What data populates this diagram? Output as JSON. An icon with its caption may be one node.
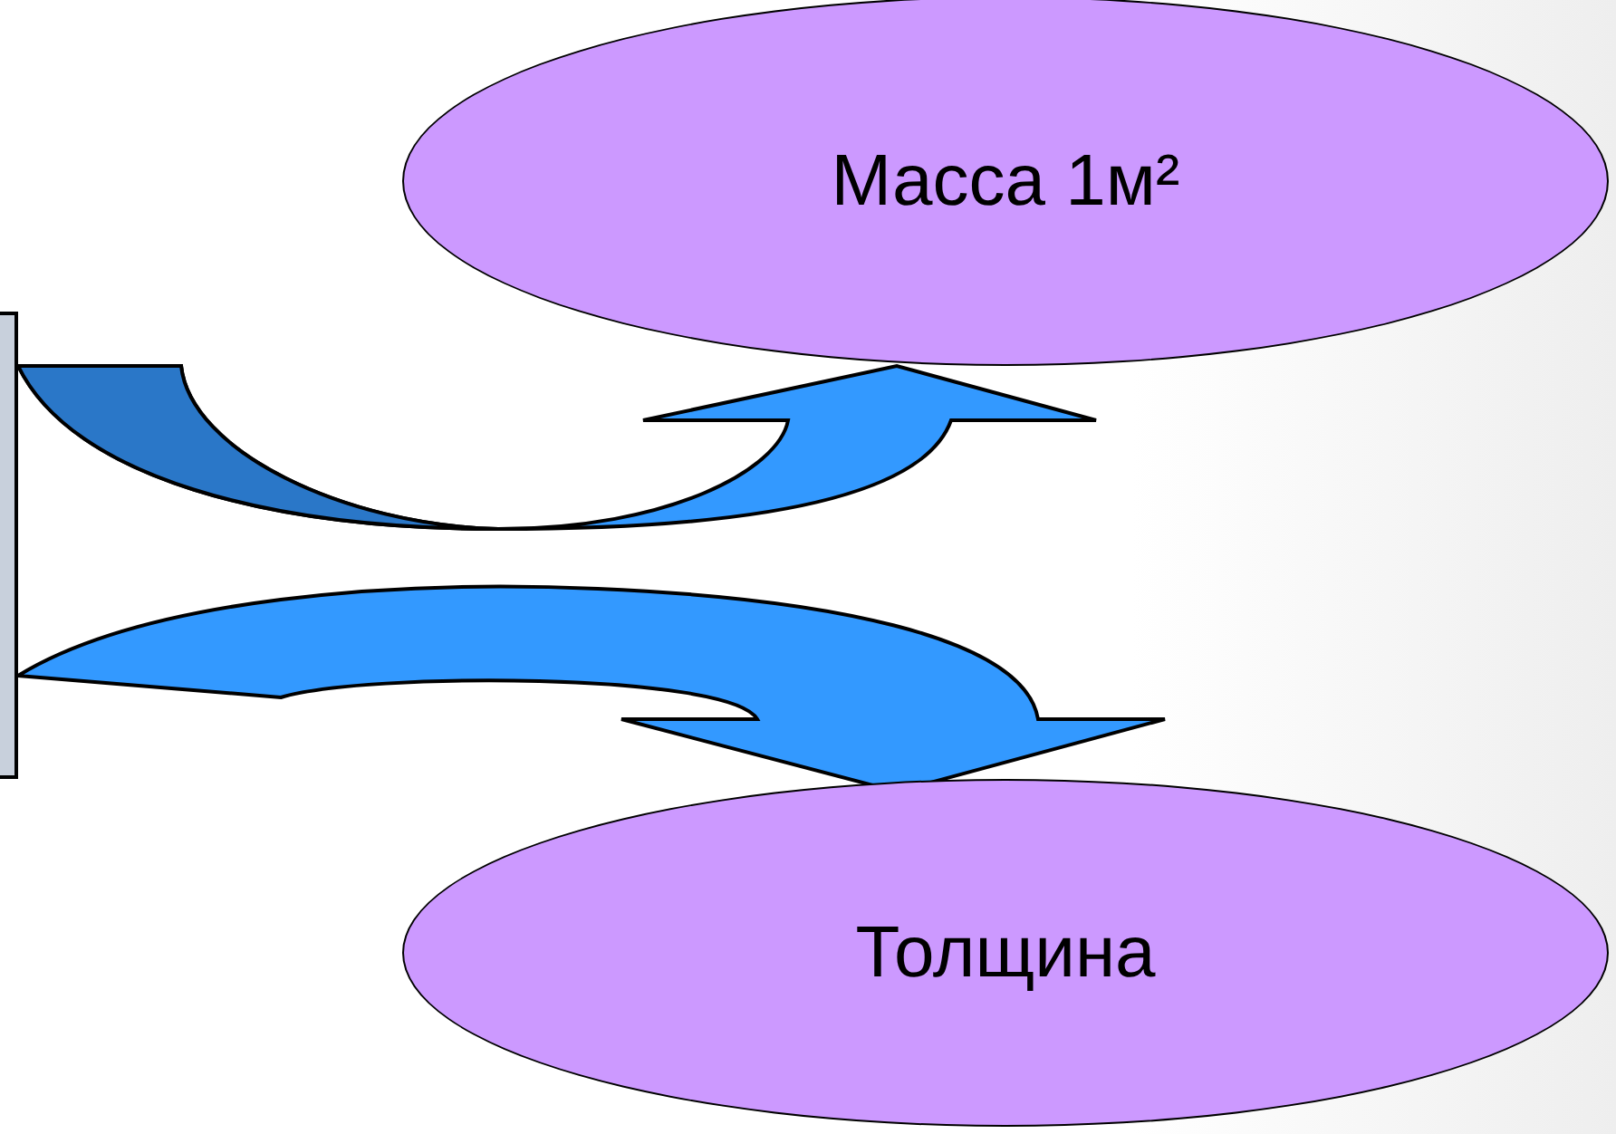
{
  "diagram": {
    "nodes": [
      {
        "text": [],
        "shape": "box"
      },
      {
        "text": [
          "Масса 1м²"
        ]
      },
      {
        "text": [
          "Толщина"
        ]
      }
    ],
    "edges": [
      {
        "from": 0,
        "to": 1,
        "arrow": "to",
        "style": "thick"
      },
      {
        "from": 0,
        "to": 2,
        "arrow": "to",
        "style": "thick"
      }
    ]
  }
}
